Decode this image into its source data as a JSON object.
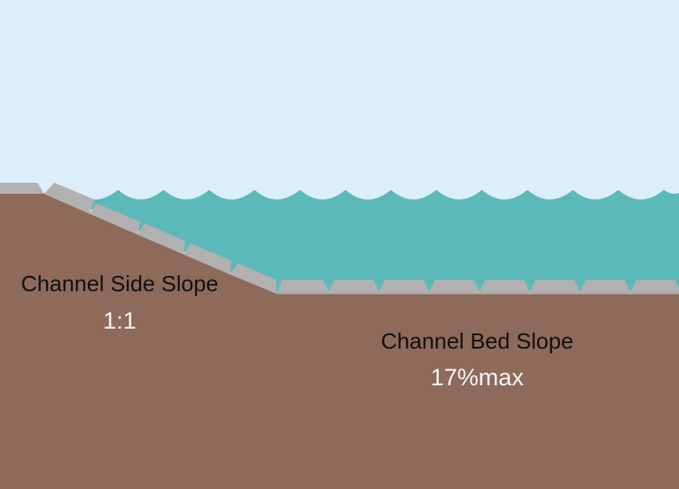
{
  "side_slope": {
    "title": "Channel Side Slope",
    "value": "1:1"
  },
  "bed_slope": {
    "title": "Channel Bed Slope",
    "value": "17%max"
  },
  "colors": {
    "sky": "#dceefa",
    "water": "#5bb9ba",
    "soil": "#8e6a5a",
    "blocks": "#b1b1b1"
  }
}
